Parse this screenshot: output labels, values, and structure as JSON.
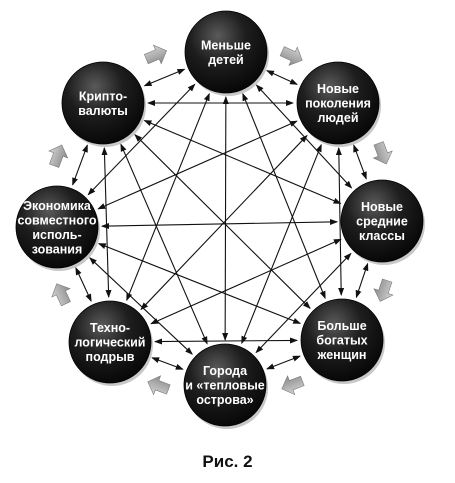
{
  "diagram": {
    "nodes": [
      {
        "id": "fewer-children",
        "label_lines": [
          "Меньше",
          "детей"
        ]
      },
      {
        "id": "new-generations",
        "label_lines": [
          "Новые",
          "поколения",
          "людей"
        ]
      },
      {
        "id": "new-middle-classes",
        "label_lines": [
          "Новые",
          "средние",
          "классы"
        ]
      },
      {
        "id": "richer-women",
        "label_lines": [
          "Больше",
          "богатых",
          "женщин"
        ]
      },
      {
        "id": "cities-heat-islands",
        "label_lines": [
          "Города",
          "и «тепловые",
          "острова»"
        ]
      },
      {
        "id": "tech-disruption",
        "label_lines": [
          "Техно-",
          "логический",
          "подрыв"
        ]
      },
      {
        "id": "sharing-economy",
        "label_lines": [
          "Экономика",
          "совместного",
          "исполь-",
          "зования"
        ]
      },
      {
        "id": "cryptocurrencies",
        "label_lines": [
          "Крипто-",
          "валюты"
        ]
      }
    ],
    "colors": {
      "node": "#141414",
      "arrow": "#111111",
      "cycle_arrow": "#a8a8a8"
    }
  },
  "caption": "Рис. 2"
}
